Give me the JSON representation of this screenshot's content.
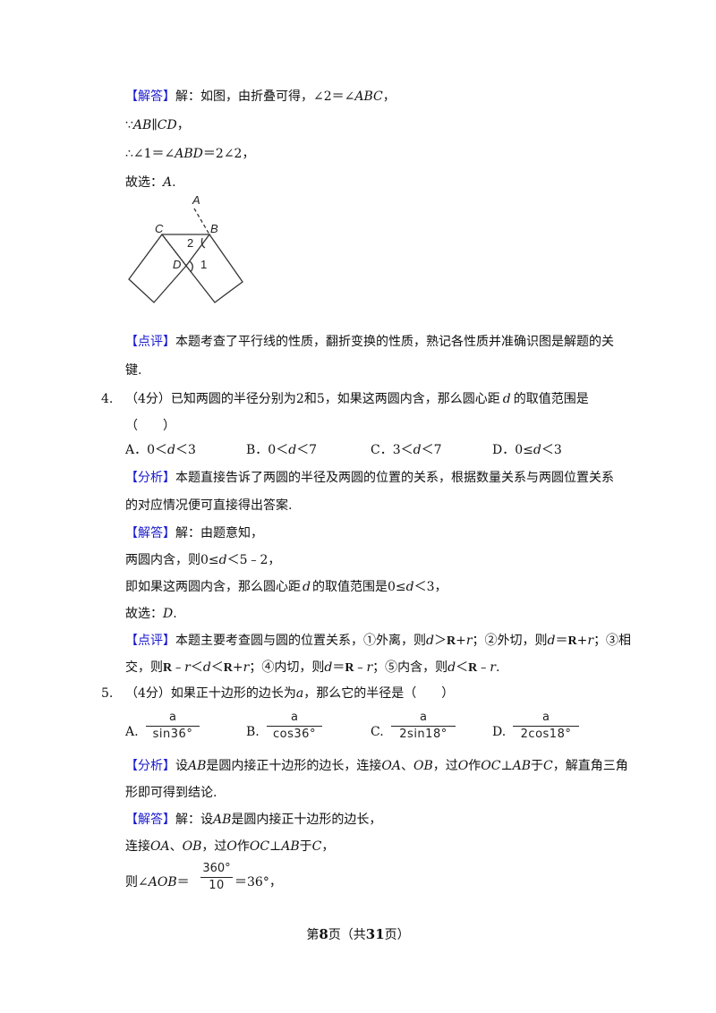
{
  "q3": {
    "answer_tag": "【解答】",
    "answer_l1a": "解：如图，由折叠可得，∠2＝∠",
    "answer_l1b": "ABC",
    "answer_l1c": "，",
    "l2a": "∵",
    "l2b": "AB",
    "l2c": "∥",
    "l2d": "CD",
    "l2e": "，",
    "l3a": "∴∠1＝∠",
    "l3b": "ABD",
    "l3c": "＝2∠2，",
    "choose": "故选：",
    "choose_ans": "A",
    "choose_end": ".",
    "figure": {
      "label_A": "A",
      "label_B": "B",
      "label_C": "C",
      "label_D": "D",
      "label_1": "1",
      "label_2": "2"
    },
    "comment_tag": "【点评】",
    "comment_l1": "本题考查了平行线的性质，翻折变换的性质，熟记各性质并准确识图是解题的关",
    "comment_l2": "键."
  },
  "q4": {
    "num": "4.",
    "stem_a": "（4分）已知两圆的半径分别为2和5，如果这两圆内含，那么圆心距",
    "stem_d": "d",
    "stem_b": "的取值范围是",
    "paren": "（　　）",
    "options": [
      {
        "letter": "A．",
        "a": "0＜",
        "v": "d",
        "b": "＜3"
      },
      {
        "letter": "B．",
        "a": "0＜",
        "v": "d",
        "b": "＜7"
      },
      {
        "letter": "C．",
        "a": "3＜",
        "v": "d",
        "b": "＜7"
      },
      {
        "letter": "D．",
        "a": "0≤",
        "v": "d",
        "b": "＜3"
      }
    ],
    "analysis_tag": "【分析】",
    "analysis_l1": "本题直接告诉了两圆的半径及两圆的位置的关系，根据数量关系与两圆位置关系",
    "analysis_l2": "的对应情况便可直接得出答案.",
    "answer_tag": "【解答】",
    "answer_l1": "解：由题意知，",
    "answer_l2a": "两圆内含，则0≤",
    "answer_l2d": "d",
    "answer_l2b": "＜5﹣2，",
    "answer_l3a": "即如果这两圆内含，那么圆心距",
    "answer_l3d": "d",
    "answer_l3b": "的取值范围是0≤",
    "answer_l3d2": "d",
    "answer_l3c": "＜3，",
    "choose": "故选：",
    "choose_ans": "D",
    "choose_end": ".",
    "comment_tag": "【点评】",
    "comment_l1a": "本题主要考查圆与圆的位置关系，①外离，则",
    "comment_l1_d1": "d",
    "comment_l1b": "＞",
    "comment_l1_R1": "R",
    "comment_l1c": "+",
    "comment_l1_r1": "r",
    "comment_l1d": "；②外切，则",
    "comment_l1_d2": "d",
    "comment_l1e": "＝",
    "comment_l1_R2": "R",
    "comment_l1f": "+",
    "comment_l1_r2": "r",
    "comment_l1g": "；③相",
    "comment_l2a": "交，则",
    "comment_l2_R1": "R",
    "comment_l2b": "﹣",
    "comment_l2_r1": "r",
    "comment_l2c": "＜",
    "comment_l2_d1": "d",
    "comment_l2d": "＜",
    "comment_l2_R2": "R",
    "comment_l2e": "+",
    "comment_l2_r2": "r",
    "comment_l2f": "；④内切，则",
    "comment_l2_d2": "d",
    "comment_l2g": "＝",
    "comment_l2_R3": "R",
    "comment_l2h": "﹣",
    "comment_l2_r3": "r",
    "comment_l2i": "；⑤内含，则",
    "comment_l2_d3": "d",
    "comment_l2j": "＜",
    "comment_l2_R4": "R",
    "comment_l2k": "﹣",
    "comment_l2_r4": "r",
    "comment_l2l": "."
  },
  "q5": {
    "num": "5.",
    "stem_a": "（4分）如果正十边形的边长为",
    "stem_a_var": "a",
    "stem_b": "，那么它的半径是（　　）",
    "options": [
      {
        "letter": "A.",
        "num": "a",
        "den": "sin36°"
      },
      {
        "letter": "B.",
        "num": "a",
        "den": "cos36°"
      },
      {
        "letter": "C.",
        "num": "a",
        "den": "2sin18°"
      },
      {
        "letter": "D.",
        "num": "a",
        "den": "2cos18°"
      }
    ],
    "analysis_tag": "【分析】",
    "analysis_l1a": "设",
    "analysis_l1_AB": "AB",
    "analysis_l1b": "是圆内接正十边形的边长，连接",
    "analysis_l1_OA": "OA",
    "analysis_l1c": "、",
    "analysis_l1_OB": "OB",
    "analysis_l1d": "，过",
    "analysis_l1_O": "O",
    "analysis_l1e": "作",
    "analysis_l1_OC": "OC",
    "analysis_l1f": "⊥",
    "analysis_l1_AB2": "AB",
    "analysis_l1g": "于",
    "analysis_l1_C": "C",
    "analysis_l1h": "，解直角三角",
    "analysis_l2": "形即可得到结论.",
    "answer_tag": "【解答】",
    "answer_l1a": "解：设",
    "answer_l1_AB": "AB",
    "answer_l1b": "是圆内接正十边形的边长，",
    "answer_l2a": "连接",
    "answer_l2_OA": "OA",
    "answer_l2b": "、",
    "answer_l2_OB": "OB",
    "answer_l2c": "，过",
    "answer_l2_O": "O",
    "answer_l2d": "作",
    "answer_l2_OC": "OC",
    "answer_l2e": "⊥",
    "answer_l2_AB": "AB",
    "answer_l2f": "于",
    "answer_l2_C": "C",
    "answer_l2g": "，",
    "answer_l3a": "则∠",
    "answer_l3_AOB": "AOB",
    "answer_l3b": "＝",
    "answer_l3_num": "360°",
    "answer_l3_den": "10",
    "answer_l3c": "＝36°，"
  },
  "footer": {
    "a": "第",
    "page": "8",
    "b": "页（共",
    "total": "31",
    "c": "页）"
  }
}
